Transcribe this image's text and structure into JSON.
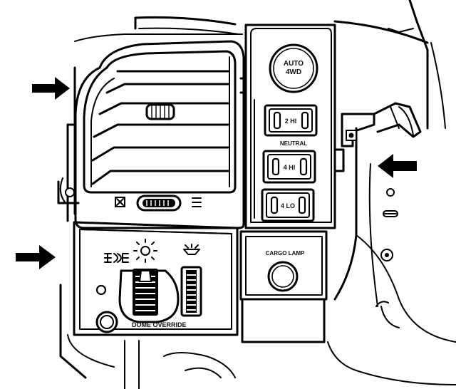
{
  "labels": {
    "auto_4wd_line1": "AUTO",
    "auto_4wd_line2": "4WD",
    "two_hi": "2 HI",
    "neutral": "NEUTRAL",
    "four_hi": "4 HI",
    "four_lo": "4 LO",
    "cargo_lamp": "CARGO LAMP",
    "dome_override": "DOME OVERRIDE"
  },
  "icons": {
    "headlamp_symbol": "ƎD≣"
  },
  "colors": {
    "ink": "#000000",
    "paper": "#ffffff"
  }
}
